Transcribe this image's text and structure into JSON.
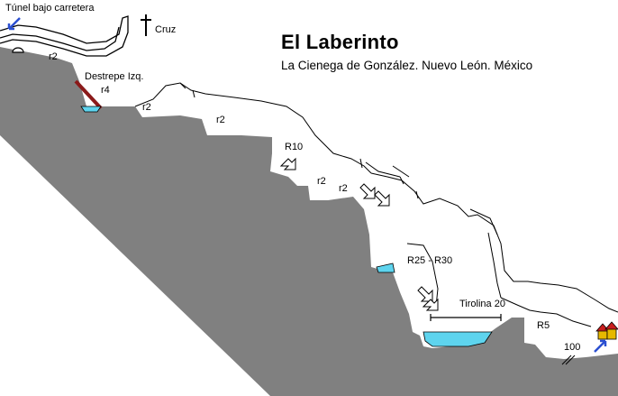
{
  "title": "El Laberinto",
  "subtitle": "La Cienega de González. Nuevo León. México",
  "labels": {
    "tunnel": "Túnel bajo carretera",
    "cross": "Cruz",
    "downclimb": "Destrepe Izq.",
    "r2_a": "r2",
    "r4": "r4",
    "r2_b": "r2",
    "r2_c": "r2",
    "r10": "R10",
    "r2_d": "r2",
    "r2_e": "r2",
    "r25_r30": "R25 - R30",
    "zipline": "Tirolina 20",
    "r5": "R5",
    "distance": "100"
  },
  "colors": {
    "rock": "#808080",
    "water": "#5ed4ee",
    "rope": "#8b1a1a",
    "arrow": "#2b4fd1",
    "house_roof": "#c81e1e",
    "house_wall": "#e6b800"
  },
  "icons": {
    "cross": "cross-icon",
    "entry_arrow": "entry-arrow-icon",
    "exit_arrow": "exit-arrow-icon",
    "rappel_arrows": "rappel-arrow-icon",
    "houses": "house-icon"
  }
}
